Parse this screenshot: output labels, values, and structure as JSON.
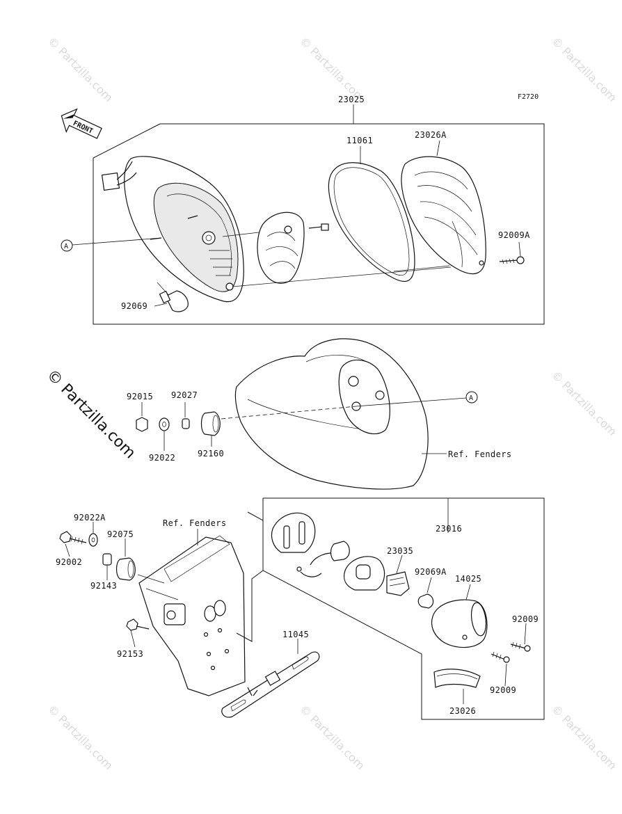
{
  "figure_code": "F2720",
  "front_arrow_label": "FRONT",
  "watermark": "© Partzilla.com",
  "ref_marker": "A",
  "assembly_labels": {
    "tail_lamp_assy": "23025",
    "license_lamp_assy": "23016"
  },
  "part_labels": {
    "gasket": "11061",
    "lens": "23026A",
    "screw_lens": "92009A",
    "bulb_tail": "92069",
    "nut": "92015",
    "collar": "92027",
    "washer": "92022",
    "grommet": "92160",
    "washer_a": "92022A",
    "bolt": "92002",
    "grommet_bracket": "92075",
    "collar_bracket": "92143",
    "bolt_flange": "92153",
    "plate_bracket": "11045",
    "socket": "23035",
    "bulb_license": "92069A",
    "cover": "14025",
    "screw_1": "92009",
    "screw_2": "92009",
    "lens_license": "23026"
  },
  "ref_labels": {
    "fenders_1": "Ref. Fenders",
    "fenders_2": "Ref. Fenders"
  }
}
